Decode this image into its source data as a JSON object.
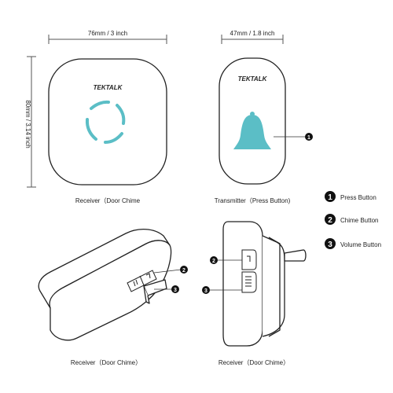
{
  "dimensions": {
    "receiver_width": "76mm / 3 inch",
    "receiver_height": "80mm / 3.14 inch",
    "transmitter_width": "47mm / 1.8 inch"
  },
  "brand": "TEKTALK",
  "captions": {
    "receiver_front": "Receiver（Door Chime",
    "transmitter": "Transmitter（Press Button)",
    "receiver_side_left": "Receiver（Door Chime）",
    "receiver_side_right": "Receiver（Door Chime）"
  },
  "legend": [
    {
      "number": "1",
      "label": "Press Button"
    },
    {
      "number": "2",
      "label": "Chime Button"
    },
    {
      "number": "3",
      "label": "Volume Button"
    }
  ],
  "colors": {
    "accent_teal": "#5bbec6",
    "outline": "#222222"
  }
}
